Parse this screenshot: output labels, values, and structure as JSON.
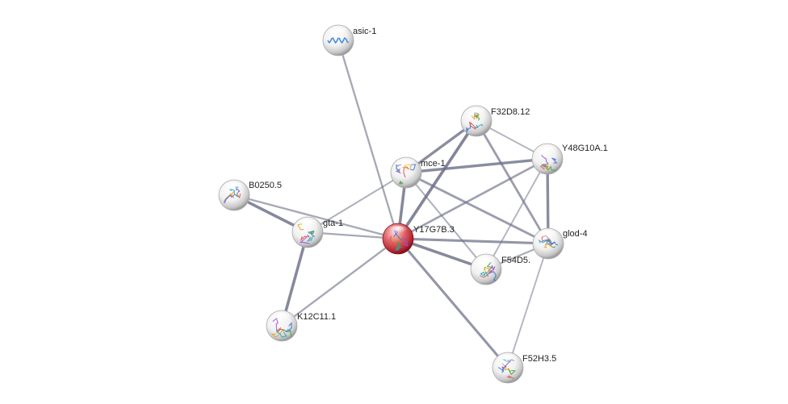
{
  "network": {
    "query_protein": "Y17G7B.3",
    "colors": {
      "query_node": "#d9434b",
      "neighbor_node": "#e9e9e9",
      "edge": "#6b6f86"
    },
    "nodes": [
      {
        "id": "asic-1",
        "label": "asic-1",
        "query": false,
        "structure_icon": "helix-structure-icon"
      },
      {
        "id": "F32D8.12",
        "label": "F32D8.12",
        "query": false,
        "structure_icon": "protein-structure-icon"
      },
      {
        "id": "Y48G10A.1",
        "label": "Y48G10A.1",
        "query": false,
        "structure_icon": "protein-structure-icon"
      },
      {
        "id": "mce-1",
        "label": "mce-1",
        "query": false,
        "structure_icon": "protein-structure-icon"
      },
      {
        "id": "B0250.5",
        "label": "B0250.5",
        "query": false,
        "structure_icon": "protein-structure-icon"
      },
      {
        "id": "gta-1",
        "label": "gta-1",
        "query": false,
        "structure_icon": "protein-structure-icon"
      },
      {
        "id": "Y17G7B.3",
        "label": "Y17G7B.3",
        "query": true,
        "structure_icon": "protein-structure-icon"
      },
      {
        "id": "glod-4",
        "label": "glod-4",
        "query": false,
        "structure_icon": "protein-structure-icon"
      },
      {
        "id": "F54D5.",
        "label": "F54D5.",
        "query": false,
        "structure_icon": "protein-structure-icon"
      },
      {
        "id": "K12C11.1",
        "label": "K12C11.1",
        "query": false,
        "structure_icon": "protein-structure-icon"
      },
      {
        "id": "F52H3.5",
        "label": "F52H3.5",
        "query": false,
        "structure_icon": "protein-structure-icon"
      }
    ],
    "edges": [
      {
        "source": "asic-1",
        "target": "Y17G7B.3",
        "strength": 0.45
      },
      {
        "source": "F32D8.12",
        "target": "Y17G7B.3",
        "strength": 0.9
      },
      {
        "source": "F32D8.12",
        "target": "mce-1",
        "strength": 0.8
      },
      {
        "source": "F32D8.12",
        "target": "Y48G10A.1",
        "strength": 0.3
      },
      {
        "source": "F32D8.12",
        "target": "glod-4",
        "strength": 0.6
      },
      {
        "source": "Y48G10A.1",
        "target": "mce-1",
        "strength": 0.8
      },
      {
        "source": "Y48G10A.1",
        "target": "Y17G7B.3",
        "strength": 0.55
      },
      {
        "source": "Y48G10A.1",
        "target": "glod-4",
        "strength": 0.8
      },
      {
        "source": "Y48G10A.1",
        "target": "F54D5.",
        "strength": 0.3
      },
      {
        "source": "mce-1",
        "target": "Y17G7B.3",
        "strength": 0.85
      },
      {
        "source": "mce-1",
        "target": "gta-1",
        "strength": 0.35
      },
      {
        "source": "mce-1",
        "target": "glod-4",
        "strength": 0.6
      },
      {
        "source": "mce-1",
        "target": "F54D5.",
        "strength": 0.35
      },
      {
        "source": "B0250.5",
        "target": "gta-1",
        "strength": 0.85
      },
      {
        "source": "B0250.5",
        "target": "Y17G7B.3",
        "strength": 0.45
      },
      {
        "source": "gta-1",
        "target": "Y17G7B.3",
        "strength": 0.45
      },
      {
        "source": "gta-1",
        "target": "K12C11.1",
        "strength": 0.85
      },
      {
        "source": "K12C11.1",
        "target": "Y17G7B.3",
        "strength": 0.45
      },
      {
        "source": "Y17G7B.3",
        "target": "glod-4",
        "strength": 0.7
      },
      {
        "source": "Y17G7B.3",
        "target": "F54D5.",
        "strength": 0.85
      },
      {
        "source": "Y17G7B.3",
        "target": "F52H3.5",
        "strength": 0.7
      },
      {
        "source": "glod-4",
        "target": "F54D5.",
        "strength": 0.4
      },
      {
        "source": "glod-4",
        "target": "F52H3.5",
        "strength": 0.3
      }
    ]
  }
}
